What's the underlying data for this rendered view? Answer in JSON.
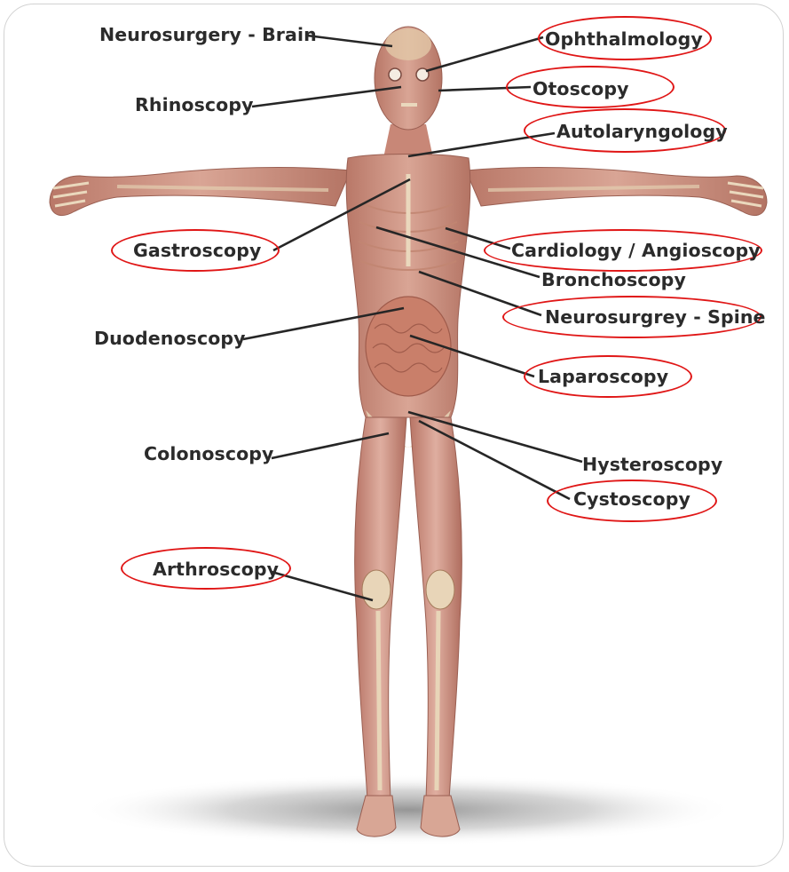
{
  "colors": {
    "highlight_ring": "#e01616",
    "leader_line": "#262626",
    "label_text": "#2b2b2b",
    "muscle": "#c98a7a",
    "bone": "#e8d6b8"
  },
  "labels": {
    "neurosurgery_brain": "Neurosurgery - Brain",
    "ophthalmology": "Ophthalmology",
    "rhinoscopy": "Rhinoscopy",
    "otoscopy": "Otoscopy",
    "autolaryngology": "Autolaryngology",
    "gastroscopy": "Gastroscopy",
    "cardiology_angioscopy": "Cardiology / Angioscopy",
    "bronchoscopy": "Bronchoscopy",
    "neurosurgery_spine": "Neurosurgrey - Spine",
    "duodenoscopy": "Duodenoscopy",
    "laparoscopy": "Laparoscopy",
    "colonoscopy": "Colonoscopy",
    "hysteroscopy": "Hysteroscopy",
    "cystoscopy": "Cystoscopy",
    "arthroscopy": "Arthroscopy"
  },
  "highlighted": [
    "Ophthalmology",
    "Otoscopy",
    "Autolaryngology",
    "Gastroscopy",
    "Cardiology / Angioscopy",
    "Neurosurgrey - Spine",
    "Laparoscopy",
    "Cystoscopy",
    "Arthroscopy"
  ]
}
